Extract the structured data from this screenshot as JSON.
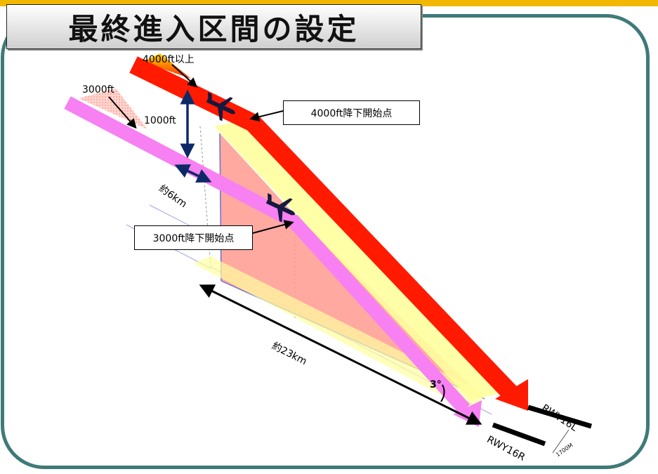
{
  "title": "最終進入区間の設定",
  "labels": {
    "alt_4000_above": "4000ft以上",
    "alt_3000": "3000ft",
    "diff_1000": "1000ft",
    "dist_6km": "約6km",
    "dist_23km": "約23km",
    "angle": "3°",
    "rwy_16l": "RWY16L",
    "rwy_16r": "RWY16R",
    "spacing": "1700M"
  },
  "callouts": {
    "descent_4000": "4000ft降下開始点",
    "descent_3000": "3000ft降下開始点"
  },
  "colors": {
    "accent_bar": "#f2b700",
    "frame": "#3f7a78",
    "path_4000": "#ff1a00",
    "path_3000": "#f780f2",
    "glide_band": "#ffff9e",
    "approach_plane": "#ff9a90",
    "arrow_navy": "#0d2a66",
    "aircraft": "#16183e"
  },
  "icons": [
    "airplane-icon",
    "airplane-icon"
  ]
}
